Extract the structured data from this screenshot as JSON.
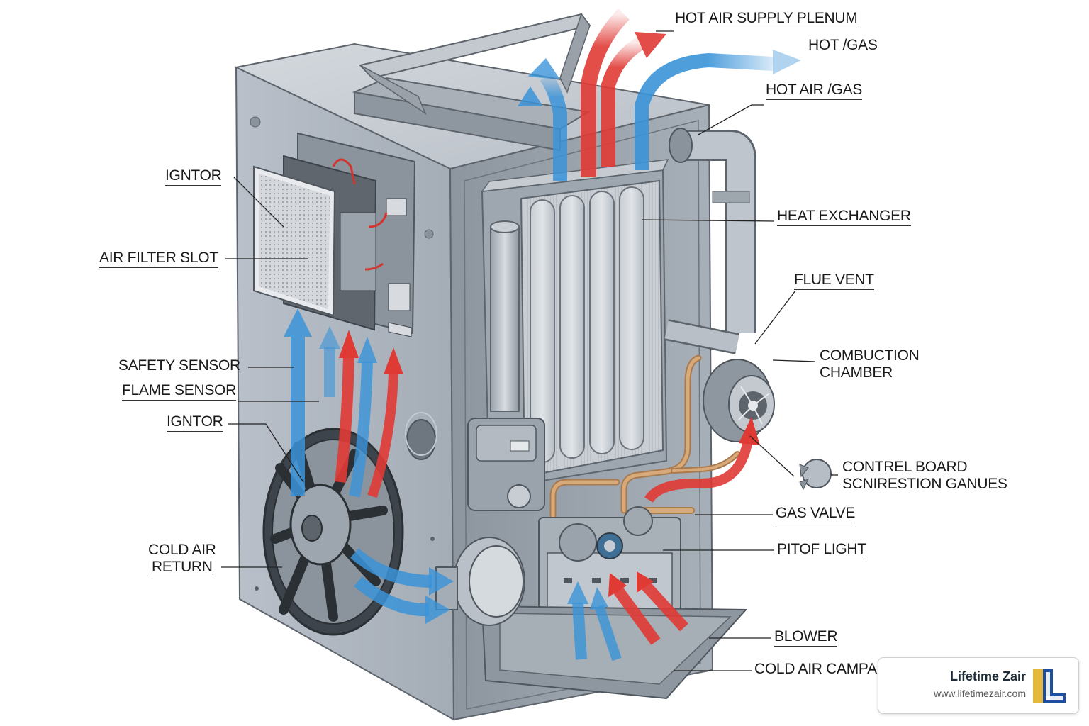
{
  "labels": {
    "hot_air_supply_plenum": "HOT AIR SUPPLY PLENUM",
    "hot_gas": "HOT /GAS",
    "hot_air_gas": "HOT AIR /GAS",
    "ignitor_top": "IGNTOR",
    "heat_exchanger": "HEAT EXCHANGER",
    "air_filter_slot": "AIR FILTER SLOT",
    "flue_vent": "FLUE VENT",
    "safety_sensor": "SAFETY SENSOR",
    "combustion_chamber_line1": "COMBUCTION",
    "combustion_chamber_line2": "CHAMBER",
    "flame_sensor": "FLAME SENSOR",
    "ignitor_bottom": "IGNTOR",
    "control_board_line1": "CONTREL BOARD",
    "control_board_line2": "SCNIRESTION GANUES",
    "gas_valve": "GAS VALVE",
    "cold_air_return_line1": "COLD AIR",
    "cold_air_return_line2": "RETURN",
    "pilot_light": "PITOF LIGHT",
    "blower": "BLOWER",
    "cold_air_campa": "COLD AIR CAMPA"
  },
  "brand": {
    "name": "Lifetime Zair",
    "url": "www.lifetimezair.com"
  },
  "colors": {
    "hot_arrow": "#e03a35",
    "cold_arrow": "#3a93d8",
    "cabinet": "#aeb6c0",
    "cabinet_dark": "#8a929c",
    "brand_gold": "#e7b93a",
    "brand_blue": "#1c4fa0"
  }
}
